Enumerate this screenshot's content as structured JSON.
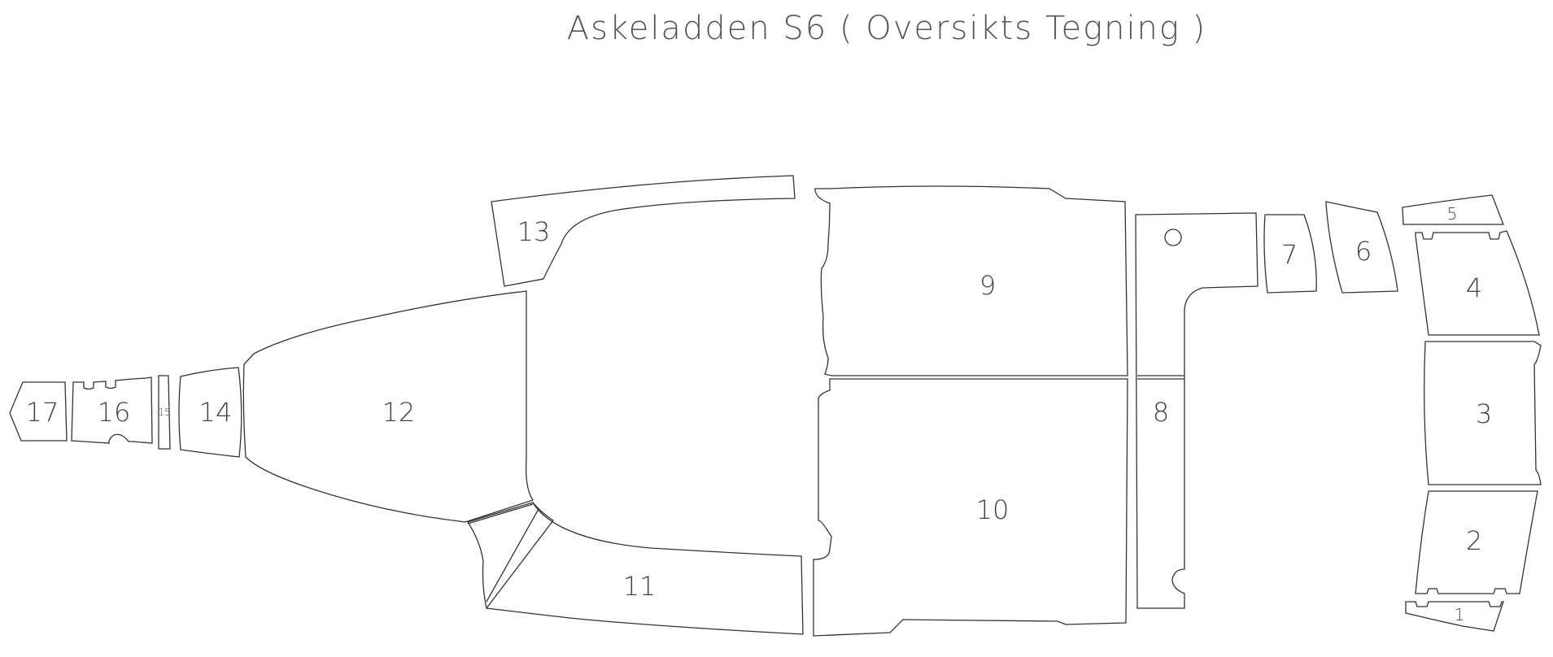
{
  "title": "Askeladden S6 ( Oversikts Tegning )",
  "pieces": [
    {
      "id": "1",
      "label": "1"
    },
    {
      "id": "2",
      "label": "2"
    },
    {
      "id": "3",
      "label": "3"
    },
    {
      "id": "4",
      "label": "4"
    },
    {
      "id": "5",
      "label": "5"
    },
    {
      "id": "6",
      "label": "6"
    },
    {
      "id": "7",
      "label": "7"
    },
    {
      "id": "8",
      "label": "8"
    },
    {
      "id": "9",
      "label": "9"
    },
    {
      "id": "10",
      "label": "10"
    },
    {
      "id": "11",
      "label": "11"
    },
    {
      "id": "12",
      "label": "12"
    },
    {
      "id": "13",
      "label": "13"
    },
    {
      "id": "14",
      "label": "14"
    },
    {
      "id": "15",
      "label": "15"
    },
    {
      "id": "16",
      "label": "16"
    },
    {
      "id": "17",
      "label": "17"
    }
  ]
}
